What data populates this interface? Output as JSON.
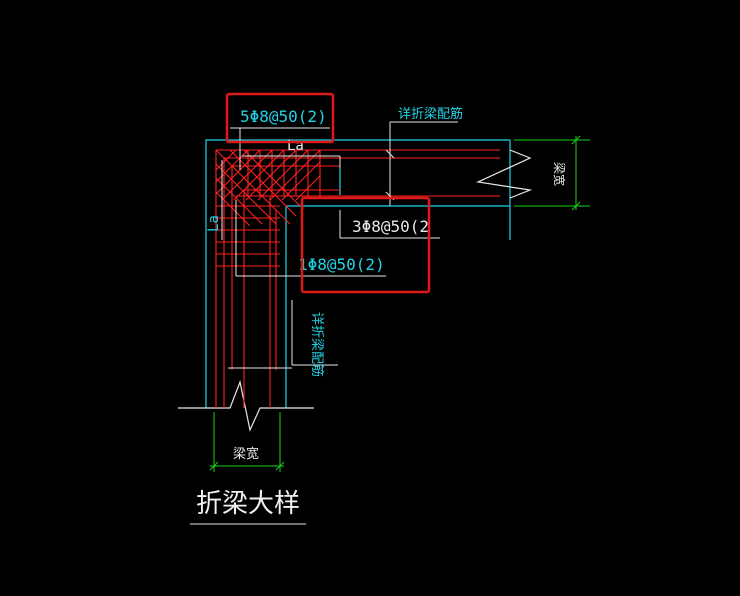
{
  "labels": {
    "stirrup_top": "5Φ8@50(2)",
    "stirrup_right": "3Φ8@50(2",
    "stirrup_inner": "1Φ8@50(2)",
    "la_top": "La",
    "la_left": "La",
    "rebar_note_top": "详折梁配筋",
    "rebar_note_left": "详折梁配筋",
    "beam_width_right": "梁宽",
    "beam_width_bottom": "梁宽",
    "title": "折梁大样"
  },
  "colors": {
    "background": "#000000",
    "beam_outline": "#22d3e6",
    "rebar": "#ff2020",
    "leader": "#e8e8e8",
    "dimension": "#19d019",
    "highlight_box": "#e01818",
    "text_cyan": "#22d3e6",
    "text_white": "#f0f0f0"
  }
}
